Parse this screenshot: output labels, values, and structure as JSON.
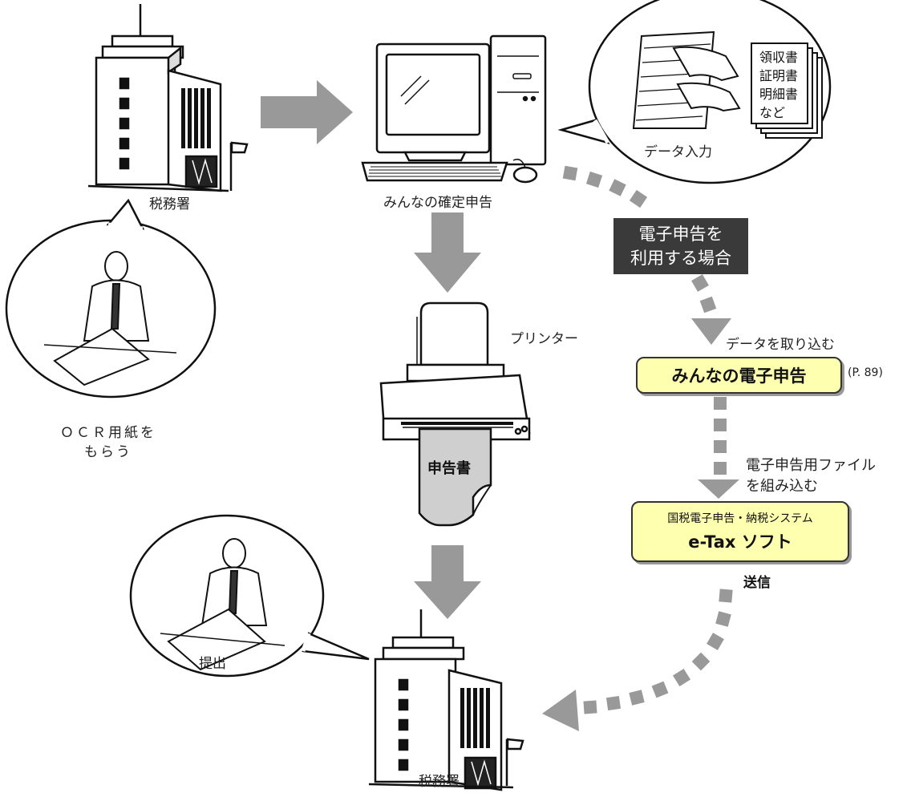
{
  "tax_office_top_label": "税務署",
  "tax_office_bottom_label": "税務署",
  "ocr_caption": [
    "ＯＣＲ用紙を",
    "もらう"
  ],
  "computer_label": "みんなの確定申告",
  "documents_list": [
    "領収書",
    "証明書",
    "明細書",
    "など"
  ],
  "data_input_label": "データ入力",
  "printer_label": "プリンター",
  "printout_label": "申告書",
  "submit_label": "提出",
  "electronic_filing_condition": [
    "電子申告を",
    "利用する場合"
  ],
  "import_data_label": "データを取り込む",
  "minna_denshi_box": "みんなの電子申告",
  "page_reference": "(P. 89)",
  "embed_file_label": [
    "電子申告用ファイル",
    "を組み込む"
  ],
  "etax_system_name": "国税電子申告・納税システム",
  "etax_software_name": "e-Tax ソフト",
  "send_label": "送信",
  "colors": {
    "arrow": "#999999",
    "callout_box": "#3a3a3a",
    "highlight_box": "#ffffb0"
  }
}
